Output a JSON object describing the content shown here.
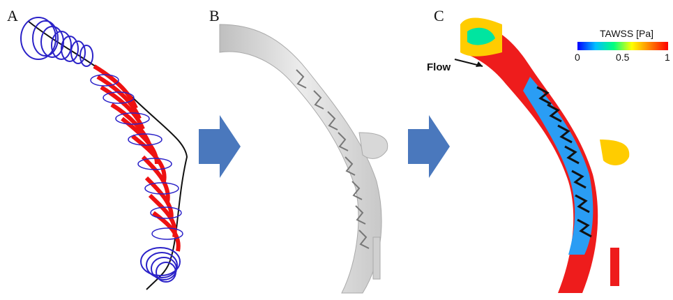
{
  "panels": {
    "a": {
      "letter": "A"
    },
    "b": {
      "letter": "B"
    },
    "c": {
      "letter": "C"
    }
  },
  "annotation": {
    "flow": "Flow"
  },
  "legend": {
    "title": "TAWSS [Pa]",
    "ticks": [
      "0",
      "0.5",
      "1"
    ],
    "colors": [
      "#0000ff",
      "#00bfff",
      "#00ff80",
      "#ffff00",
      "#ff8000",
      "#ff0000"
    ]
  },
  "colors": {
    "coil": "#2b22c8",
    "stent_wire": "#ee1111",
    "centerline": "#111111",
    "vessel_gray": "#d6d6d6",
    "arrow_blue": "#4a78bd"
  }
}
